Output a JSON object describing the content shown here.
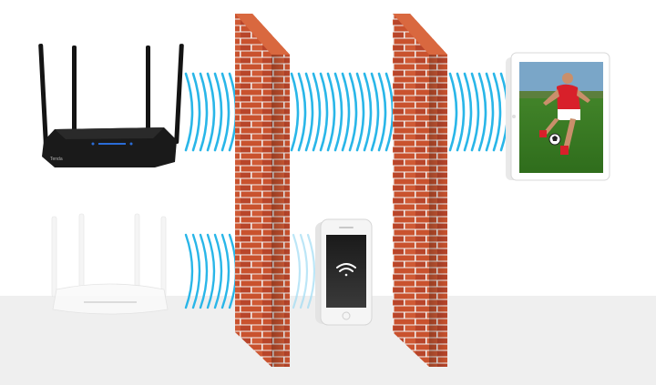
{
  "scene": {
    "description_labels": {
      "black_router": "router-ac",
      "white_router": "router-standard"
    },
    "router_brand_text": "Tenda",
    "colors": {
      "wave_strong": "#29b6e8",
      "wave_weak": "#9fdcf3",
      "brick": "#c9522e",
      "mortar": "#f2f2f2",
      "router_black": "#141414",
      "router_white": "#f4f4f4",
      "floor": "#efefef"
    },
    "icons": [
      "wifi-icon"
    ]
  }
}
